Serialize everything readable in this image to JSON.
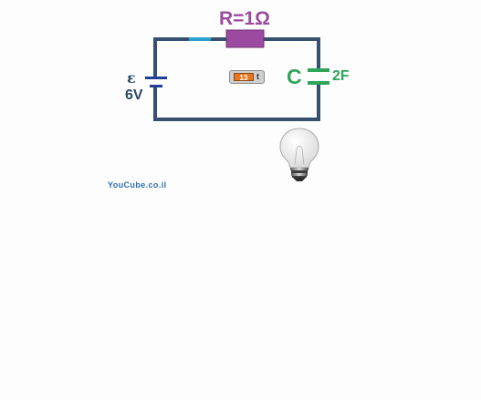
{
  "resistor": {
    "label": "R=1Ω"
  },
  "capacitor": {
    "letter": "C",
    "value": "2F"
  },
  "battery": {
    "emf_symbol": "ε",
    "voltage": "6V"
  },
  "counter": {
    "value": "13",
    "unit": "t"
  },
  "credit": "YouCube.co.il",
  "colors": {
    "wire": "#36506e",
    "wire_highlight": "#2c9fd0",
    "resistor": "#9b4a9f",
    "capacitor": "#2ea65a",
    "battery": "#1e3f9a",
    "counter_fill": "#e8771f",
    "credit": "#2e6fb0"
  },
  "icons": [
    "light-bulb-icon"
  ]
}
